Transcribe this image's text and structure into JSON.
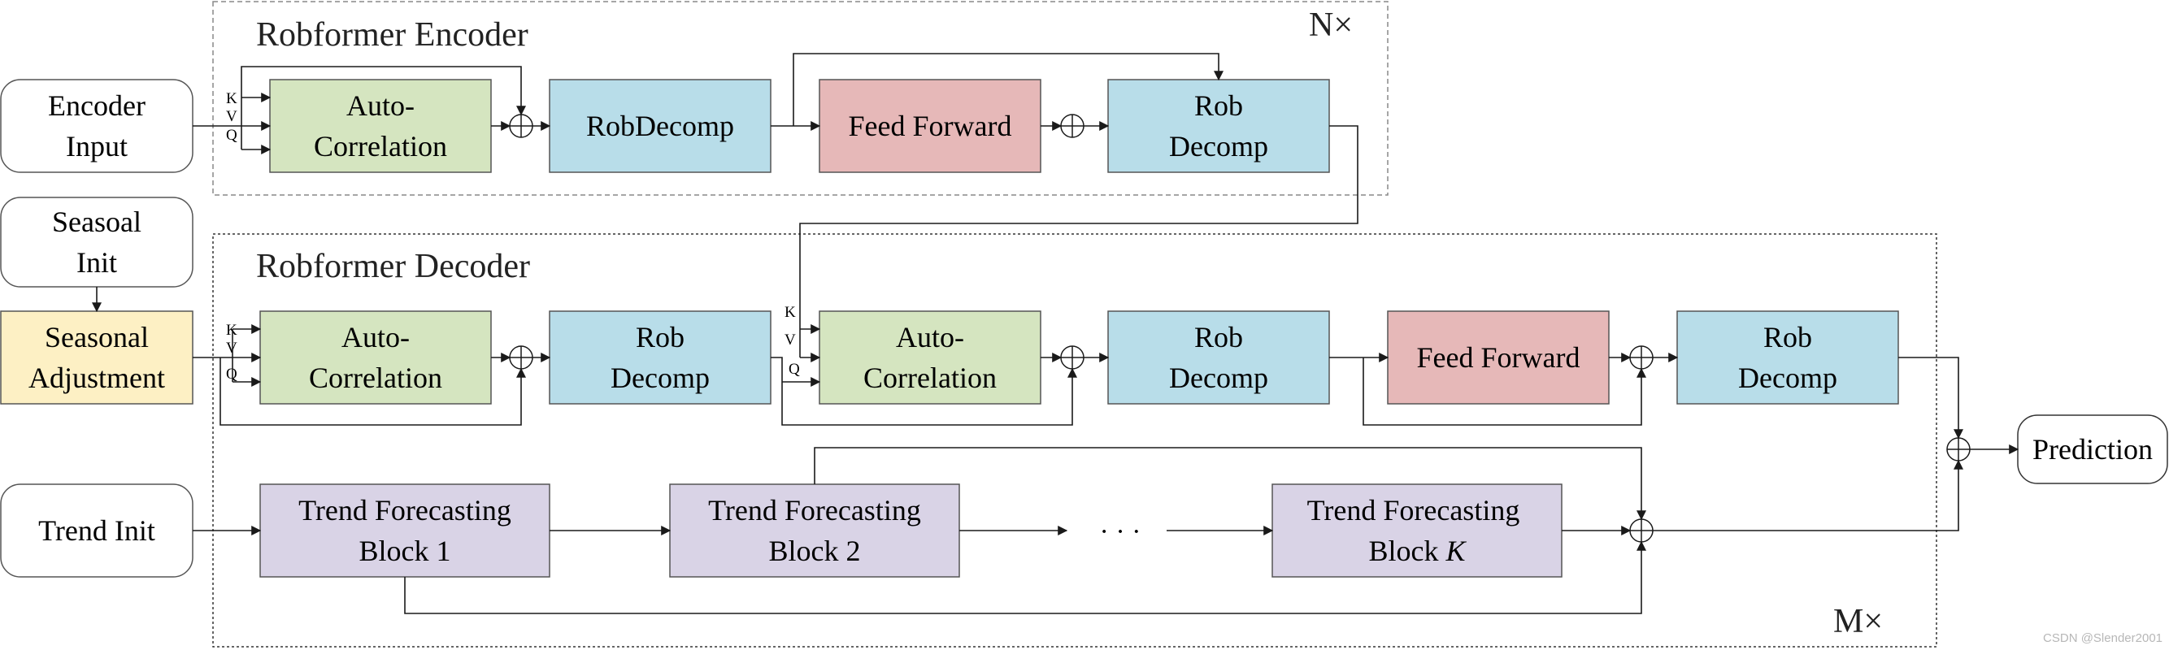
{
  "encoder": {
    "title": "Robformer Encoder",
    "repeat": "N×",
    "input_label": [
      "Encoder",
      "Input"
    ],
    "kvq": [
      "K",
      "V",
      "Q"
    ],
    "autocorr": [
      "Auto-",
      "Correlation"
    ],
    "robdecomp1": [
      "RobDecomp"
    ],
    "feedforward": [
      "Feed Forward"
    ],
    "robdecomp2": [
      "Rob",
      "Decomp"
    ]
  },
  "decoder": {
    "title": "Robformer Decoder",
    "repeat": "M×",
    "seasonal_init": [
      "Seasoal",
      "Init"
    ],
    "seasonal_adjust": [
      "Seasonal",
      "Adjustment"
    ],
    "trend_init": [
      "Trend Init"
    ],
    "kvq1": [
      "K",
      "V",
      "Q"
    ],
    "kvq2": [
      "K",
      "V",
      "Q"
    ],
    "autocorr1": [
      "Auto-",
      "Correlation"
    ],
    "robdecomp1": [
      "Rob",
      "Decomp"
    ],
    "autocorr2": [
      "Auto-",
      "Correlation"
    ],
    "robdecomp2": [
      "Rob",
      "Decomp"
    ],
    "feedforward": [
      "Feed Forward"
    ],
    "robdecomp3": [
      "Rob",
      "Decomp"
    ],
    "trend1": [
      "Trend Forecasting",
      "Block 1"
    ],
    "trend2": [
      "Trend Forecasting",
      "Block 2"
    ],
    "trendK_line1": "Trend Forecasting",
    "trendK_line2_prefix": "Block ",
    "trendK_line2_var": "K",
    "ellipsis": "· · ·"
  },
  "output": [
    "Prediction"
  ],
  "watermark": "CSDN @Slender2001",
  "colors": {
    "green": "#d5e5c0",
    "blue": "#b8dde9",
    "red": "#e6b8b8",
    "purple": "#d9d3e6",
    "yellow": "#fdf0c4",
    "stroke": "#555555",
    "line": "#1a1a1a"
  }
}
